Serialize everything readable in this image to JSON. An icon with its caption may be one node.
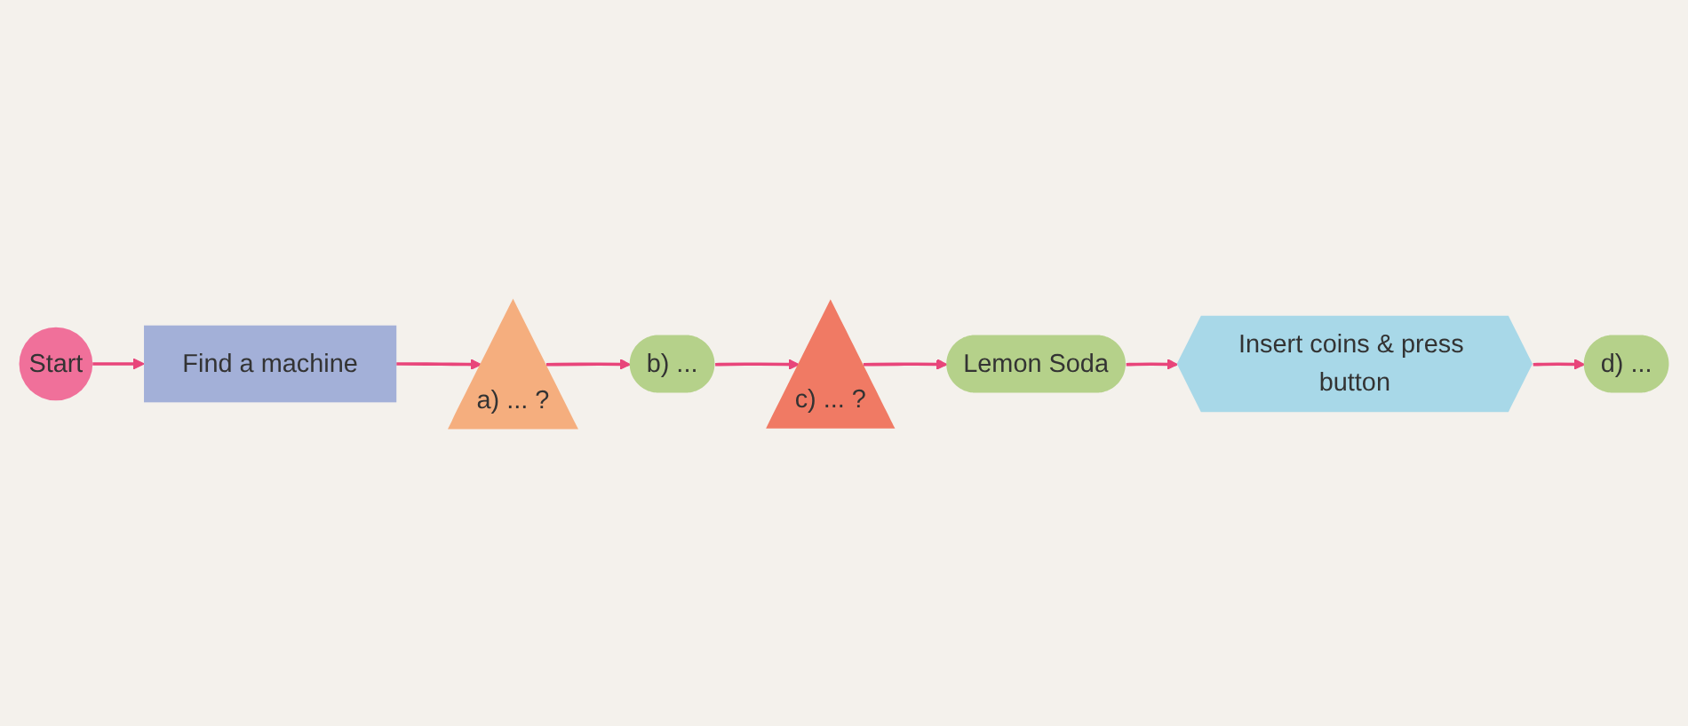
{
  "diagram": {
    "nodes": [
      {
        "text": [
          "Start"
        ]
      },
      {
        "text": [
          "Find a machine"
        ]
      },
      {
        "text": [
          "a) ... ?"
        ]
      },
      {
        "text": [
          "b) ..."
        ]
      },
      {
        "text": [
          "c) ... ?"
        ]
      },
      {
        "text": [
          "Lemon Soda"
        ]
      },
      {
        "text": [
          "Insert coins & press button"
        ]
      },
      {
        "text": [
          "d) ..."
        ]
      }
    ],
    "edges": [
      {
        "from": 0,
        "to": 1,
        "arrow": "to"
      },
      {
        "from": 1,
        "to": 2,
        "arrow": "to"
      },
      {
        "from": 2,
        "to": 3,
        "arrow": "to"
      },
      {
        "from": 3,
        "to": 4,
        "arrow": "to"
      },
      {
        "from": 4,
        "to": 5,
        "arrow": "to"
      },
      {
        "from": 5,
        "to": 6,
        "arrow": "to"
      },
      {
        "from": 6,
        "to": 7,
        "arrow": "to"
      }
    ]
  }
}
